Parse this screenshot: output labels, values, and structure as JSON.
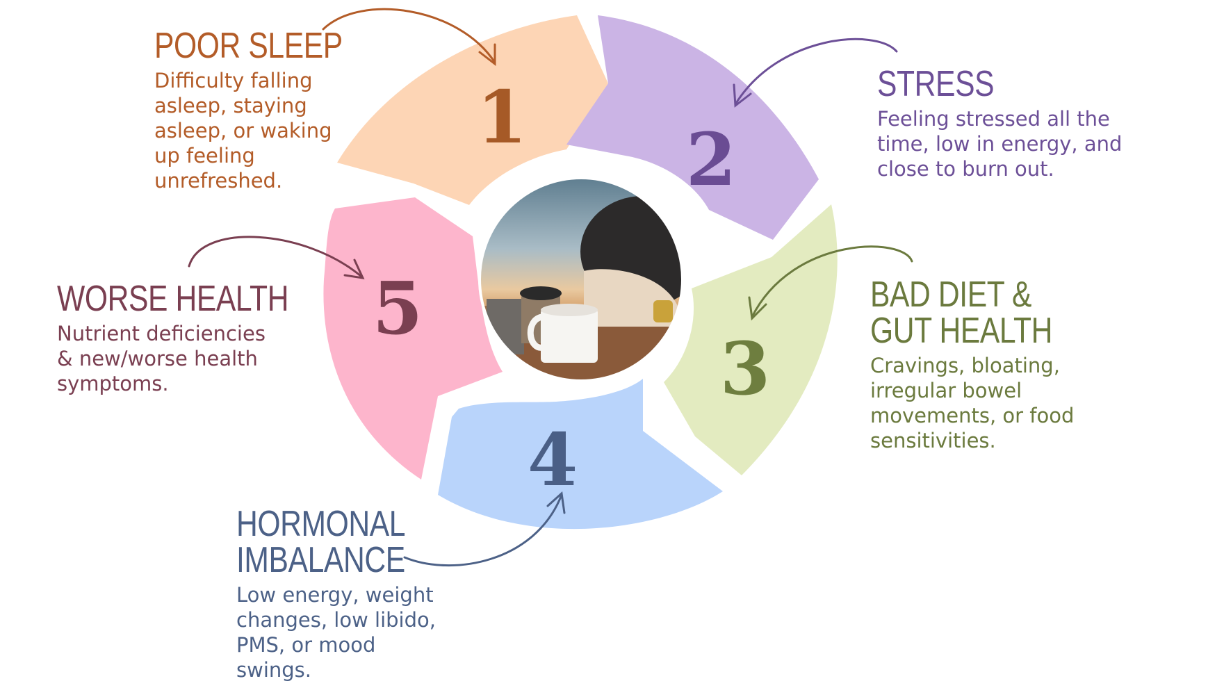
{
  "center_photo": {
    "description_icon": "tired-person-at-desk-photo"
  },
  "steps": [
    {
      "number": "1",
      "title_lines": [
        "POOR SLEEP"
      ],
      "desc_lines": [
        "Difficulty falling",
        "asleep, staying",
        "asleep, or waking",
        "up feeling",
        "unrefreshed."
      ],
      "segment_color": "#fdd5b5",
      "text_color": "#b35c28",
      "number_color": "#a65a27"
    },
    {
      "number": "2",
      "title_lines": [
        "STRESS"
      ],
      "desc_lines": [
        "Feeling stressed all the",
        "time, low in energy, and",
        "close to burn out."
      ],
      "segment_color": "#cbb4e5",
      "text_color": "#6c4f97",
      "number_color": "#6a4c93"
    },
    {
      "number": "3",
      "title_lines": [
        "BAD DIET &",
        "GUT HEALTH"
      ],
      "desc_lines": [
        "Cravings, bloating,",
        "irregular bowel",
        "movements, or food",
        "sensitivities."
      ],
      "segment_color": "#e3ebc0",
      "text_color": "#6b7a3e",
      "number_color": "#6e7e3f"
    },
    {
      "number": "4",
      "title_lines": [
        "HORMONAL",
        "IMBALANCE"
      ],
      "desc_lines": [
        "Low energy, weight",
        "changes, low libido,",
        "PMS, or mood",
        "swings."
      ],
      "segment_color": "#b9d4fb",
      "text_color": "#4c6187",
      "number_color": "#4a5f86"
    },
    {
      "number": "5",
      "title_lines": [
        "WORSE HEALTH"
      ],
      "desc_lines": [
        "Nutrient deficiencies",
        "& new/worse health",
        "symptoms."
      ],
      "segment_color": "#fdb5cc",
      "text_color": "#7a3f51",
      "number_color": "#7a3f51"
    }
  ]
}
